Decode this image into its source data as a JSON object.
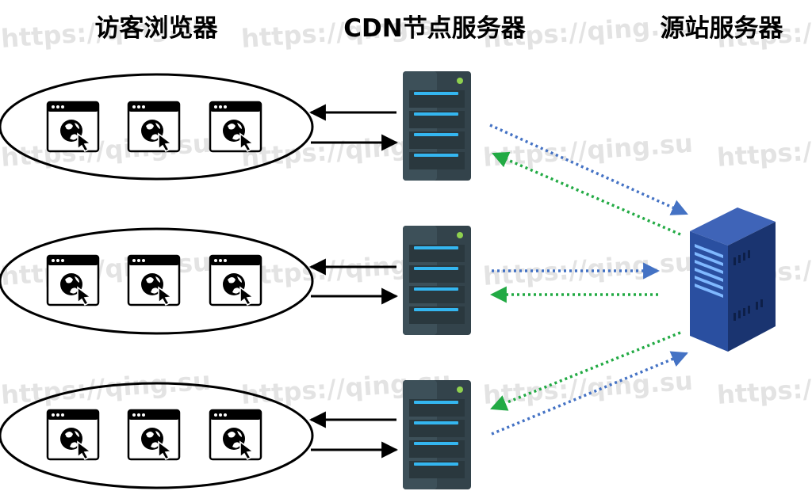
{
  "headings": {
    "visitor": "访客浏览器",
    "cdn": "CDN节点服务器",
    "origin": "源站服务器"
  },
  "watermark": "https://qing.su",
  "groups": [
    {
      "browsers": 3
    },
    {
      "browsers": 3
    },
    {
      "browsers": 3
    }
  ],
  "colors": {
    "request_arrow": "#4472c4",
    "response_arrow": "#22aa44",
    "server_body": "#2e3d45",
    "server_led": "#34b6f0",
    "power_led": "#8fd14f",
    "origin_body": "#1f3f7f"
  },
  "icons": {
    "browser": "browser-globe-cursor-icon",
    "cdn_server": "server-rack-icon",
    "origin_server": "server-tower-icon"
  }
}
